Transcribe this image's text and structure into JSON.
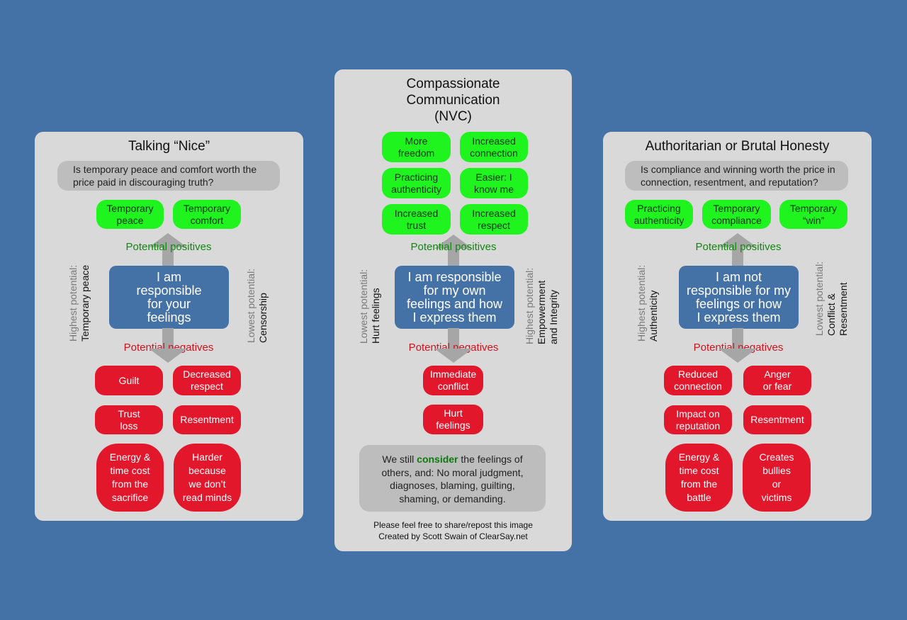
{
  "left": {
    "title": "Talking “Nice”",
    "question": "Is temporary peace and comfort worth the price paid in discouraging truth?",
    "positives": [
      "Temporary\npeace",
      "Temporary\ncomfort"
    ],
    "positives_label": "Potential positives",
    "center": "I am\nresponsible\nfor your\nfeelings",
    "negatives_label": "Potential negatives",
    "negatives": [
      "Guilt",
      "Decreased\nrespect",
      "Trust\nloss",
      "Resentment",
      "Energy &\ntime cost\nfrom the\nsacrifice",
      "Harder\nbecause\nwe don’t\nread minds"
    ],
    "side_left_heading": "Highest potential:",
    "side_left_value": "Temporary peace",
    "side_right_heading": "Lowest potential:",
    "side_right_value": "Censorship"
  },
  "center": {
    "title": "Compassionate\nCommunication\n(NVC)",
    "positives": [
      "More\nfreedom",
      "Increased\nconnection",
      "Practicing\nauthenticity",
      "Easier: I\nknow me",
      "Increased\ntrust",
      "Increased\nrespect"
    ],
    "positives_label": "Potential positives",
    "center": "I am responsible\nfor my own\nfeelings and how\nI express them",
    "negatives_label": "Potential negatives",
    "negatives": [
      "Immediate\nconflict",
      "Hurt\nfeelings"
    ],
    "side_left_heading": "Lowest potential:",
    "side_left_value": "Hurt feelings",
    "side_right_heading": "Highest potential:",
    "side_right_value": "Empowerment\nand Integrity",
    "note_prefix": "We still ",
    "note_emph": "consider",
    "note_suffix": " the feelings of others, and: No moral judgment, diagnoses, blaming, guilting, shaming, or demanding.",
    "credit_line1": "Please feel free to share/repost this image",
    "credit_line2": "Created by Scott Swain of ClearSay.net"
  },
  "right": {
    "title": "Authoritarian or Brutal Honesty",
    "question": "Is compliance and winning worth the price in connection, resentment, and reputation?",
    "positives": [
      "Practicing\nauthenticity",
      "Temporary\ncompliance",
      "Temporary\n“win”"
    ],
    "positives_label": "Potential positives",
    "center": "I am not\nresponsible for my\nfeelings or how\nI express them",
    "negatives_label": "Potential negatives",
    "negatives": [
      "Reduced\nconnection",
      "Anger\nor fear",
      "Impact on\nreputation",
      "Resentment",
      "Energy &\ntime cost\nfrom the\nbattle",
      "Creates\nbullies\nor\nvictims"
    ],
    "side_left_heading": "Highest potential:",
    "side_left_value": "Authenticity",
    "side_right_heading": "Lowest potential:",
    "side_right_value": "Conflict &\nResentment"
  },
  "chevrons": {
    "left": "›››",
    "right": "‹‹‹"
  },
  "colors": {
    "background": "#4472a6",
    "panel": "#d9d9d9",
    "positive": "#1ff41f",
    "negative": "#e2172c",
    "center_box": "#4472a6"
  }
}
